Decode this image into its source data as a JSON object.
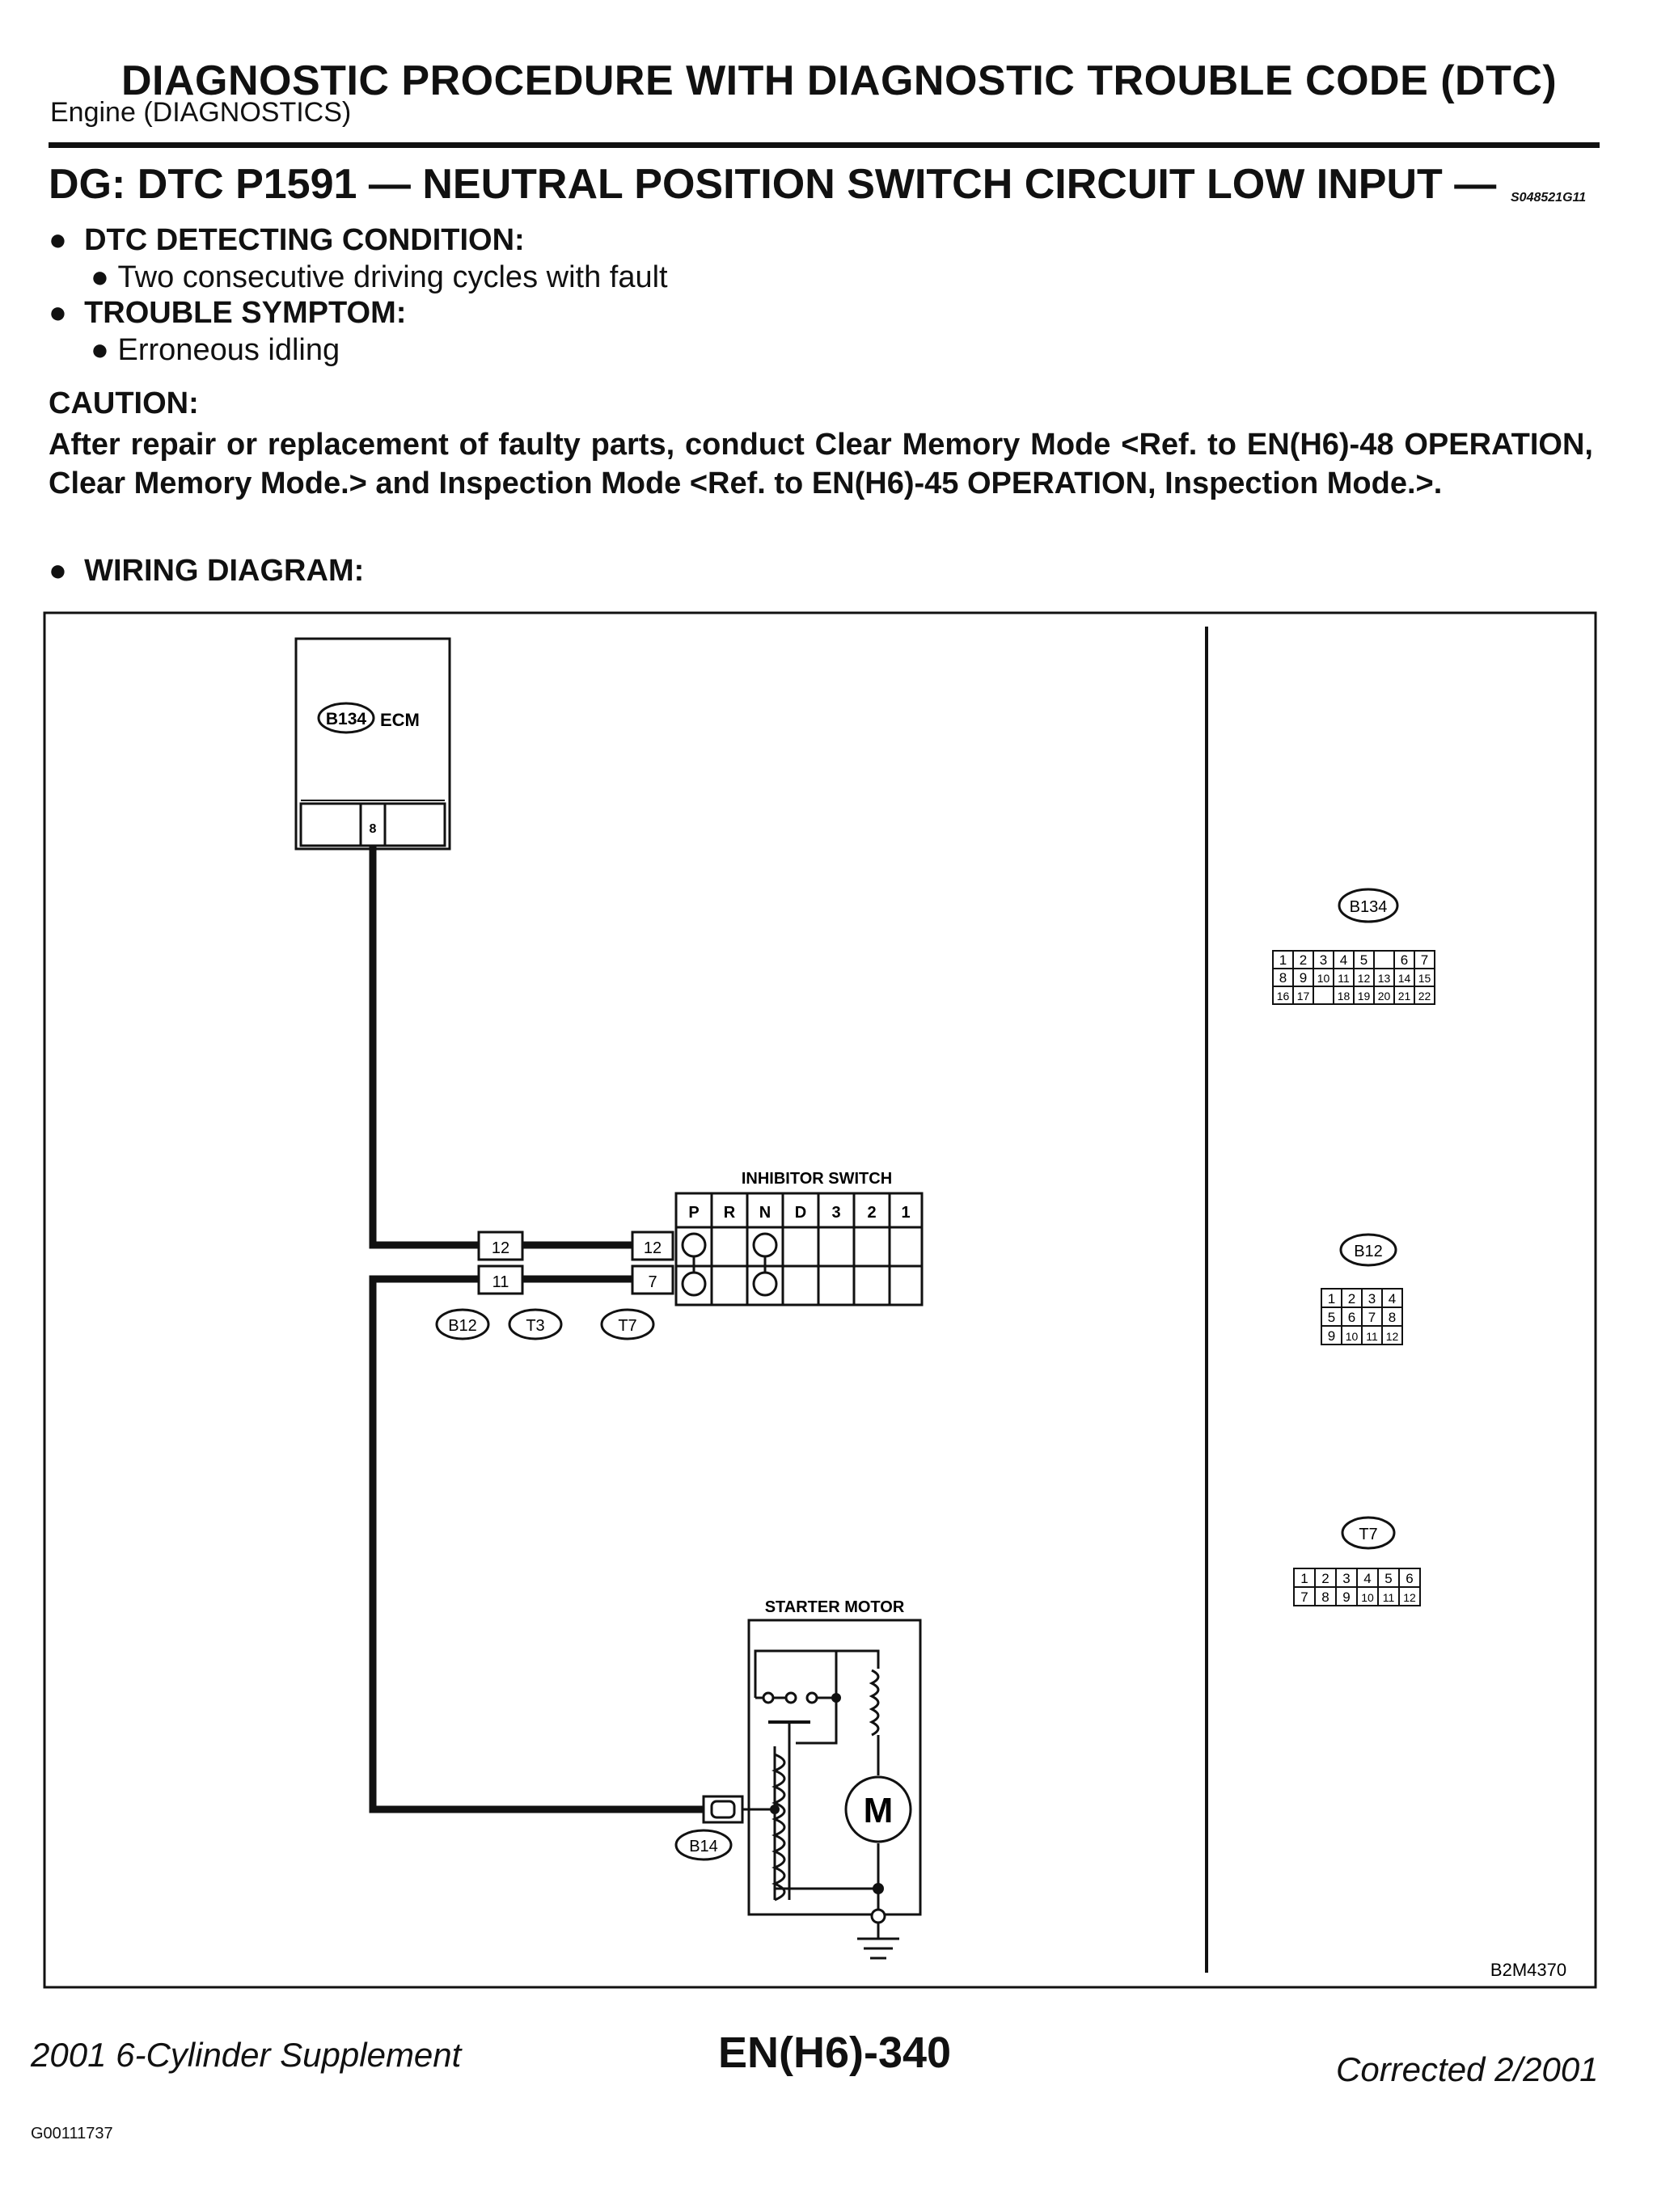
{
  "header": {
    "title": "DIAGNOSTIC PROCEDURE WITH DIAGNOSTIC TROUBLE CODE (DTC)",
    "subtitle": "Engine (DIAGNOSTICS)"
  },
  "section": {
    "title": "DG:  DTC P1591 — NEUTRAL POSITION SWITCH CIRCUIT LOW INPUT —",
    "code": "S048521G11"
  },
  "conditions": {
    "detecting_label": "DTC DETECTING CONDITION:",
    "detecting_item": "Two consecutive driving cycles with fault",
    "symptom_label": "TROUBLE SYMPTOM:",
    "symptom_item": "Erroneous idling"
  },
  "caution": {
    "label": "CAUTION:",
    "text": "After repair or replacement of faulty parts, conduct Clear Memory Mode <Ref. to EN(H6)-48 OPERATION, Clear Memory Mode.> and Inspection Mode <Ref. to EN(H6)-45 OPERATION, Inspection Mode.>."
  },
  "wiring_label": "WIRING DIAGRAM:",
  "diagram": {
    "ecm_connector": "B134",
    "ecm_label": "ECM",
    "ecm_pin": "8",
    "inhibitor_label": "INHIBITOR SWITCH",
    "inhibitor_positions": [
      "P",
      "R",
      "N",
      "D",
      "3",
      "2",
      "1"
    ],
    "b12_pins": [
      "12",
      "11"
    ],
    "t7_pins": [
      "12",
      "7"
    ],
    "connector_b12": "B12",
    "connector_t3": "T3",
    "connector_t7": "T7",
    "starter_label": "STARTER MOTOR",
    "motor_symbol": "M",
    "connector_b14": "B14",
    "figure_code": "B2M4370",
    "pinout_b134_title": "B134",
    "pinout_b134_rows": [
      [
        "1",
        "2",
        "3",
        "4",
        "5",
        "",
        "6",
        "7"
      ],
      [
        "8",
        "9",
        "10",
        "11",
        "12",
        "13",
        "14",
        "15"
      ],
      [
        "16",
        "17",
        "",
        "18",
        "19",
        "20",
        "21",
        "22"
      ]
    ],
    "pinout_b12_title": "B12",
    "pinout_b12_rows": [
      [
        "1",
        "2",
        "3",
        "4"
      ],
      [
        "5",
        "6",
        "7",
        "8"
      ],
      [
        "9",
        "10",
        "11",
        "12"
      ]
    ],
    "pinout_t7_title": "T7",
    "pinout_t7_rows": [
      [
        "1",
        "2",
        "3",
        "4",
        "5",
        "6"
      ],
      [
        "7",
        "8",
        "9",
        "10",
        "11",
        "12"
      ]
    ]
  },
  "footer": {
    "left": "2001 6-Cylinder Supplement",
    "center": "EN(H6)-340",
    "right": "Corrected  2/2001",
    "doc_id": "G00111737"
  }
}
